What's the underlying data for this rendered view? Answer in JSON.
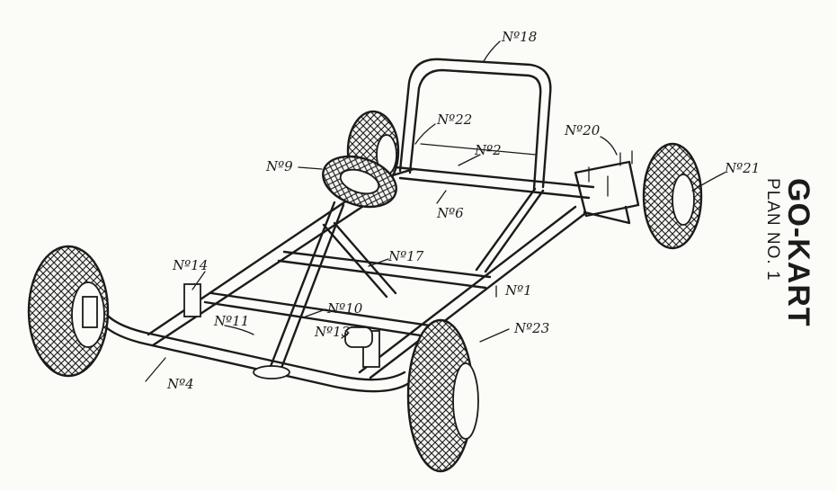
{
  "title": {
    "main": "GO-KART",
    "sub": "PLAN NO. 1"
  },
  "parts": [
    {
      "id": "p18",
      "label": "Nº18"
    },
    {
      "id": "p22",
      "label": "Nº22"
    },
    {
      "id": "p2",
      "label": "Nº2"
    },
    {
      "id": "p20",
      "label": "Nº20"
    },
    {
      "id": "p9",
      "label": "Nº9"
    },
    {
      "id": "p21",
      "label": "Nº21"
    },
    {
      "id": "p6",
      "label": "Nº6"
    },
    {
      "id": "p14",
      "label": "Nº14"
    },
    {
      "id": "p17",
      "label": "Nº17"
    },
    {
      "id": "p1",
      "label": "Nº1"
    },
    {
      "id": "p10",
      "label": "Nº10"
    },
    {
      "id": "p11",
      "label": "Nº11"
    },
    {
      "id": "p13",
      "label": "Nº13"
    },
    {
      "id": "p23",
      "label": "Nº23"
    },
    {
      "id": "p4",
      "label": "Nº4"
    }
  ],
  "colors": {
    "ink": "#1b1b1b",
    "paper": "#fbfbf8"
  }
}
